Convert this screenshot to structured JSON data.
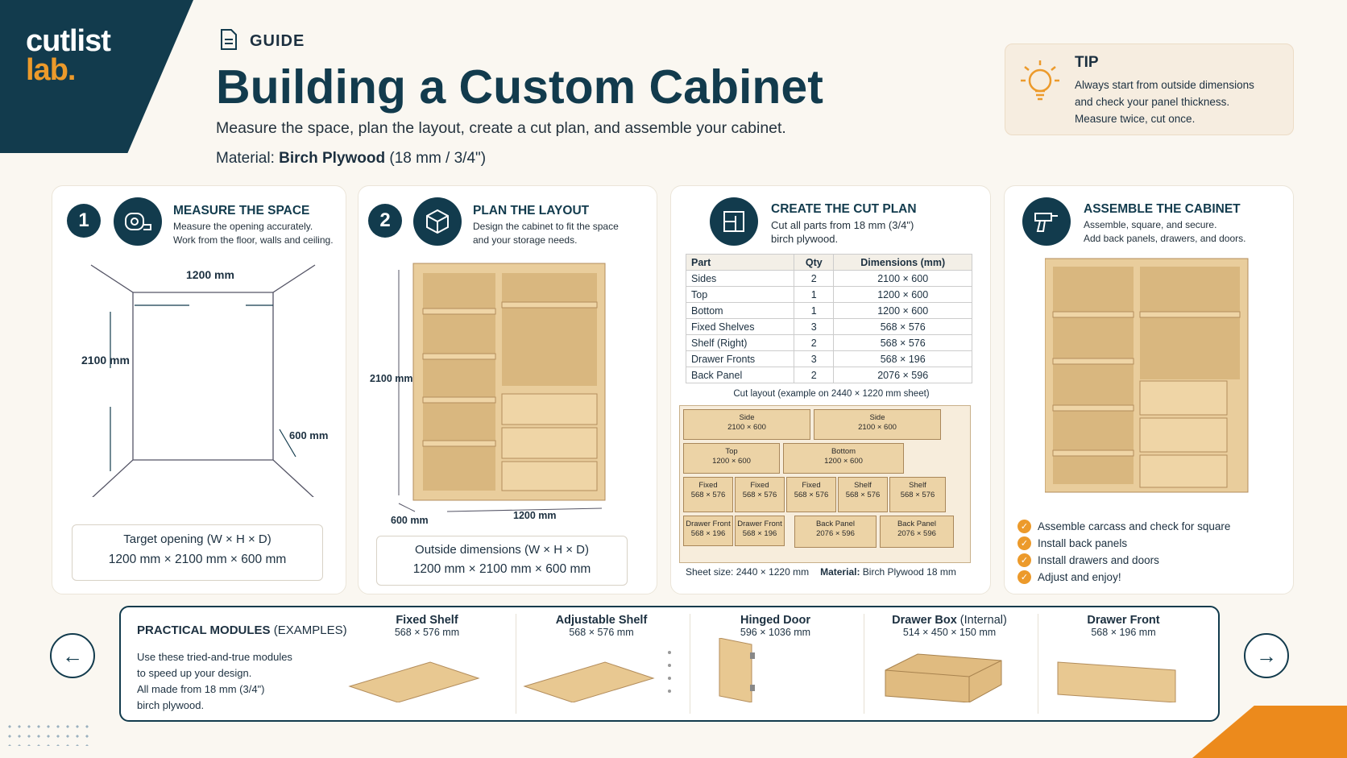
{
  "logo": {
    "line1": "cutlist",
    "line2": "lab."
  },
  "header": {
    "label": "GUIDE",
    "title": "Building a Custom Cabinet",
    "subtitle": "Measure the space, plan the layout, create a cut plan, and assemble your cabinet.",
    "material_prefix": "Material: ",
    "material_name": "Birch Plywood",
    "material_spec": " (18 mm / 3/4\")"
  },
  "tip": {
    "title": "TIP",
    "line1": "Always start from outside dimensions",
    "line2": "and check your panel thickness.",
    "line3": "Measure twice, cut once."
  },
  "step1": {
    "num": "1",
    "title": "MEASURE THE SPACE",
    "desc1": "Measure the opening accurately.",
    "desc2": "Work from the floor, walls and ceiling.",
    "w": "1200 mm",
    "h": "2100 mm",
    "d": "600 mm",
    "box_title": "Target opening (W × H × D)",
    "box_value": "1200 mm × 2100 mm × 600 mm"
  },
  "step2": {
    "num": "2",
    "title": "PLAN THE LAYOUT",
    "desc1": "Design the cabinet to fit the space",
    "desc2": "and your storage needs.",
    "h": "2100 mm",
    "d": "600 mm",
    "w": "1200 mm",
    "box_title": "Outside dimensions (W × H × D)",
    "box_value": "1200 mm × 2100 mm × 600 mm"
  },
  "step3": {
    "title": "CREATE THE CUT PLAN",
    "desc1": "Cut all parts from 18 mm (3/4\")",
    "desc2": "birch plywood.",
    "headers": [
      "Part",
      "Qty",
      "Dimensions (mm)"
    ],
    "rows": [
      [
        "Sides",
        "2",
        "2100 × 600"
      ],
      [
        "Top",
        "1",
        "1200 × 600"
      ],
      [
        "Bottom",
        "1",
        "1200 × 600"
      ],
      [
        "Fixed Shelves",
        "3",
        "568 × 576"
      ],
      [
        "Shelf (Right)",
        "2",
        "568 × 576"
      ],
      [
        "Drawer Fronts",
        "3",
        "568 × 196"
      ],
      [
        "Back Panel",
        "2",
        "2076 × 596"
      ]
    ],
    "layout_caption": "Cut layout (example on 2440 × 1220 mm sheet)",
    "pieces": [
      [
        "Side",
        "2100 × 600"
      ],
      [
        "Side",
        "2100 × 600"
      ],
      [
        "Top",
        "1200 × 600"
      ],
      [
        "Bottom",
        "1200 × 600"
      ],
      [
        "Fixed",
        "568 × 576"
      ],
      [
        "Fixed",
        "568 × 576"
      ],
      [
        "Fixed",
        "568 × 576"
      ],
      [
        "Shelf",
        "568 × 576"
      ],
      [
        "Shelf",
        "568 × 576"
      ],
      [
        "Drawer Front",
        "568 × 196"
      ],
      [
        "Drawer Front",
        "568 × 196"
      ],
      [
        "Back Panel",
        "2076 × 596"
      ],
      [
        "Back Panel",
        "2076 × 596"
      ]
    ],
    "sheet": "Sheet size: 2440 × 1220 mm",
    "mat_label": "Material:",
    "mat_value": " Birch Plywood 18 mm"
  },
  "step4": {
    "title": "ASSEMBLE THE CABINET",
    "desc1": "Assemble, square, and secure.",
    "desc2": "Add back panels, drawers, and doors.",
    "checks": [
      "Assemble carcass and check for square",
      "Install back panels",
      "Install drawers and doors",
      "Adjust and enjoy!"
    ]
  },
  "modules": {
    "title": "PRACTICAL MODULES",
    "title_suffix": " (EXAMPLES)",
    "d1": "Use these tried-and-true modules",
    "d2": "to speed up your design.",
    "d3": "All made from 18 mm (3/4\")",
    "d4": "birch plywood.",
    "items": [
      {
        "name": "Fixed Shelf",
        "suffix": "",
        "size": "568 × 576 mm"
      },
      {
        "name": "Adjustable Shelf",
        "suffix": "",
        "size": "568 × 576 mm"
      },
      {
        "name": "Hinged Door",
        "suffix": "",
        "size": "596 × 1036 mm"
      },
      {
        "name": "Drawer Box",
        "suffix": " (Internal)",
        "size": "514 × 450 × 150 mm"
      },
      {
        "name": "Drawer Front",
        "suffix": "",
        "size": "568 × 196 mm"
      }
    ]
  },
  "nav": {
    "prev": "←",
    "next": "→"
  }
}
